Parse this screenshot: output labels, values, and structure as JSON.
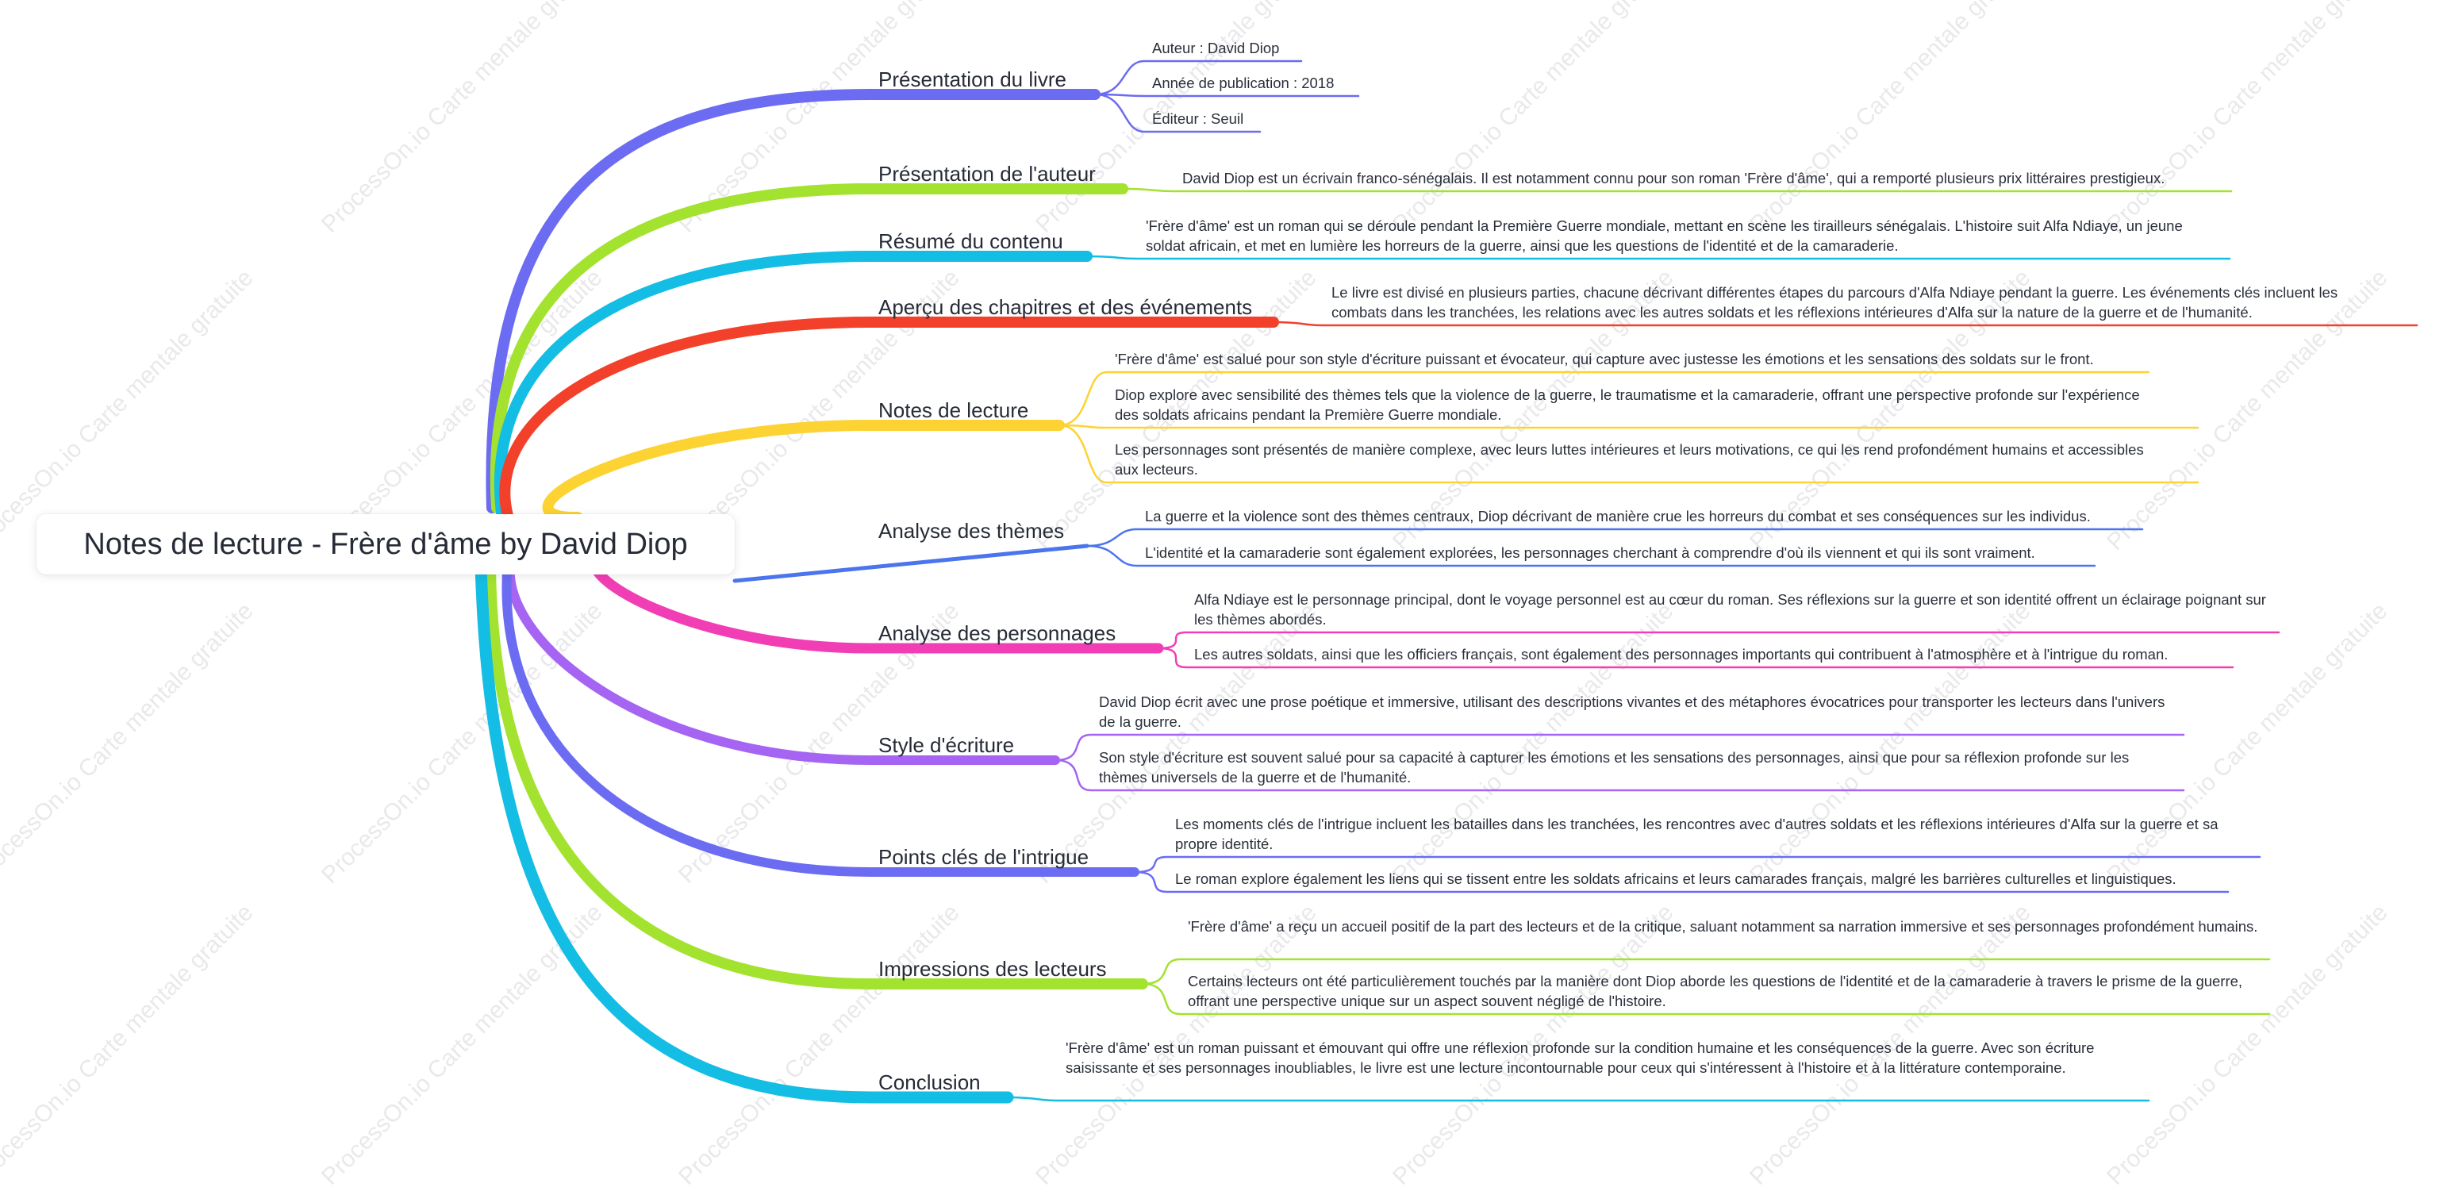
{
  "root": {
    "title": "Notes de lecture - Frère d'âme by David Diop"
  },
  "watermark": "ProcessOn.io Carte mentale gratuite",
  "branches": [
    {
      "id": "b1",
      "label": "Présentation du livre",
      "color": "#6b6cf2",
      "leaves": [
        "Auteur : David Diop",
        "Année de publication : 2018",
        "Éditeur : Seuil"
      ]
    },
    {
      "id": "b2",
      "label": "Présentation de l'auteur",
      "color": "#a3e22e",
      "leaves": [
        "David Diop est un écrivain franco-sénégalais. Il est notamment connu pour son roman 'Frère d'âme', qui a remporté plusieurs prix littéraires prestigieux."
      ]
    },
    {
      "id": "b3",
      "label": "Résumé du contenu",
      "color": "#14bde3",
      "leaves": [
        "'Frère d'âme' est un roman qui se déroule pendant la Première Guerre mondiale, mettant en scène les tirailleurs sénégalais. L'histoire suit Alfa Ndiaye, un jeune soldat africain, et met en lumière les horreurs de la guerre, ainsi que les questions de l'identité et de la camaraderie."
      ]
    },
    {
      "id": "b4",
      "label": "Aperçu des chapitres et des événements",
      "color": "#f2402a",
      "leaves": [
        "Le livre est divisé en plusieurs parties, chacune décrivant différentes étapes du parcours d'Alfa Ndiaye pendant la guerre. Les événements clés incluent les combats dans les tranchées, les relations avec les autres soldats et les réflexions intérieures d'Alfa sur la nature de la guerre et de l'humanité."
      ]
    },
    {
      "id": "b5",
      "label": "Notes de lecture",
      "color": "#fcd332",
      "leaves": [
        "'Frère d'âme' est salué pour son style d'écriture puissant et évocateur, qui capture avec justesse les émotions et les sensations des soldats sur le front.",
        "Diop explore avec sensibilité des thèmes tels que la violence de la guerre, le traumatisme et la camaraderie, offrant une perspective profonde sur l'expérience des soldats africains pendant la Première Guerre mondiale.",
        "Les personnages sont présentés de manière complexe, avec leurs luttes intérieures et leurs motivations, ce qui les rend profondément humains et accessibles aux lecteurs."
      ]
    },
    {
      "id": "b6",
      "label": "Analyse des thèmes",
      "color": "#4b74ee",
      "leaves": [
        "La guerre et la violence sont des thèmes centraux, Diop décrivant de manière crue les horreurs du combat et ses conséquences sur les individus.",
        "L'identité et la camaraderie sont également explorées, les personnages cherchant à comprendre d'où ils viennent et qui ils sont vraiment."
      ]
    },
    {
      "id": "b7",
      "label": "Analyse des personnages",
      "color": "#f23eb4",
      "leaves": [
        "Alfa Ndiaye est le personnage principal, dont le voyage personnel est au cœur du roman. Ses réflexions sur la guerre et son identité offrent un éclairage poignant sur les thèmes abordés.",
        "Les autres soldats, ainsi que les officiers français, sont également des personnages importants qui contribuent à l'atmosphère et à l'intrigue du roman."
      ]
    },
    {
      "id": "b8",
      "label": "Style d'écriture",
      "color": "#a564f2",
      "leaves": [
        "David Diop écrit avec une prose poétique et immersive, utilisant des descriptions vivantes et des métaphores évocatrices pour transporter les lecteurs dans l'univers de la guerre.",
        "Son style d'écriture est souvent salué pour sa capacité à capturer les émotions et les sensations des personnages, ainsi que pour sa réflexion profonde sur les thèmes universels de la guerre et de l'humanité."
      ]
    },
    {
      "id": "b9",
      "label": "Points clés de l'intrigue",
      "color": "#6b6cf2",
      "leaves": [
        "Les moments clés de l'intrigue incluent les batailles dans les tranchées, les rencontres avec d'autres soldats et les réflexions intérieures d'Alfa sur la guerre et sa propre identité.",
        "Le roman explore également les liens qui se tissent entre les soldats africains et leurs camarades français, malgré les barrières culturelles et linguistiques."
      ]
    },
    {
      "id": "b10",
      "label": "Impressions des lecteurs",
      "color": "#a3e22e",
      "leaves": [
        "'Frère d'âme' a reçu un accueil positif de la part des lecteurs et de la critique, saluant notamment sa narration immersive et ses personnages profondément humains.",
        "Certains lecteurs ont été particulièrement touchés par la manière dont Diop aborde les questions de l'identité et de la camaraderie à travers le prisme de la guerre, offrant une perspective unique sur un aspect souvent négligé de l'histoire."
      ]
    },
    {
      "id": "b11",
      "label": "Conclusion",
      "color": "#14bde3",
      "leaves": [
        "'Frère d'âme' est un roman puissant et émouvant qui offre une réflexion profonde sur la condition humaine et les conséquences de la guerre. Avec son écriture saisissante et ses personnages inoubliables, le livre est une lecture incontournable pour ceux qui s'intéressent à l'histoire et à la littérature contemporaine."
      ]
    }
  ]
}
